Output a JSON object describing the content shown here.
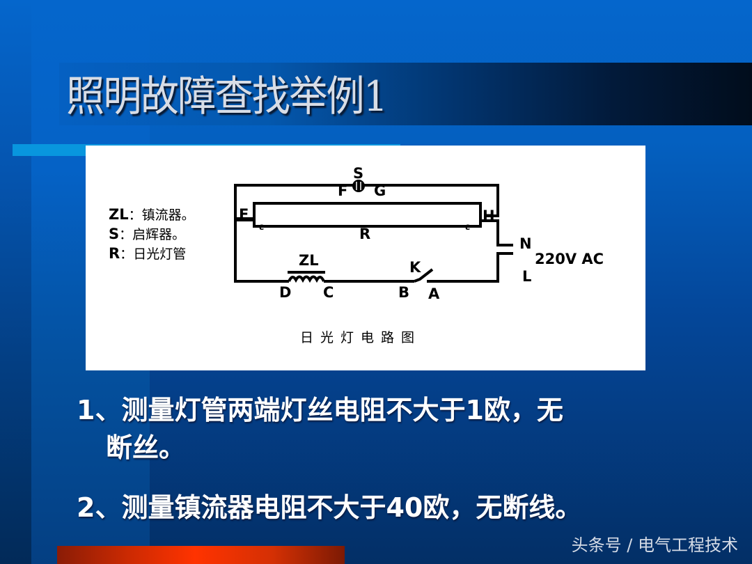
{
  "slide": {
    "title": "照明故障查找举例1",
    "colors": {
      "background": "#0566cc",
      "banner_dark": "#010d1c",
      "cyan_strip": "#0896de",
      "red_bar": "#ff3300",
      "text": "#ffffff"
    }
  },
  "diagram": {
    "legend": [
      {
        "key": "ZL",
        "sep": "：",
        "desc": "镇流器。"
      },
      {
        "key": "S",
        "sep": "：",
        "desc": "启辉器。"
      },
      {
        "key": "R",
        "sep": "：",
        "desc": "日光灯管"
      }
    ],
    "labels": {
      "S": "S",
      "F": "F",
      "G": "G",
      "E": "E",
      "H": "H",
      "R": "R",
      "N": "N",
      "L": "L",
      "ZL": "ZL",
      "K": "K",
      "D": "D",
      "C": "C",
      "B": "B",
      "A": "A",
      "supply": "220V  AC"
    },
    "caption": "日光灯电路图"
  },
  "bullets": [
    {
      "line1": "1、测量灯管两端灯丝电阻不大于1欧，无",
      "line2": "断丝。"
    },
    {
      "line1": "2、测量镇流器电阻不大于40欧，无断线。"
    }
  ],
  "watermark": "头条号 / 电气工程技术"
}
